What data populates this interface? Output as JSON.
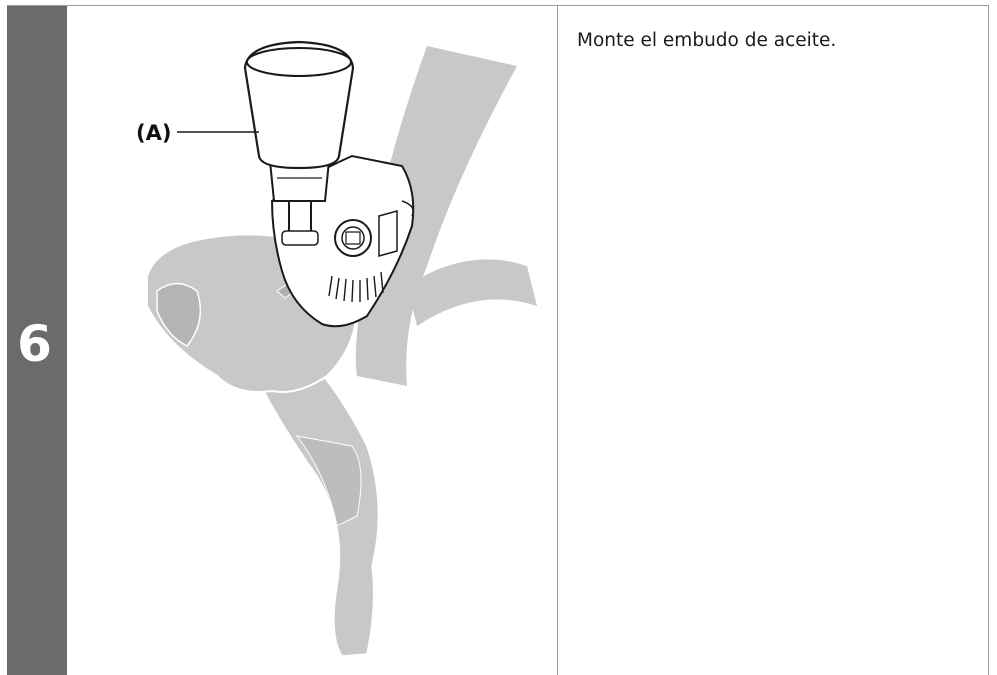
{
  "step": {
    "number": "6"
  },
  "illustration": {
    "callout_label": "(A)",
    "parts": [
      "lever-body",
      "brake-lever-blade",
      "handlebar",
      "reservoir-cap-area",
      "oil-funnel"
    ]
  },
  "instruction": {
    "text": "Monte el embudo de aceite."
  },
  "colors": {
    "step_bar": "#6b6b6b",
    "part_gray": "#c8c8c8",
    "line": "#1a1a1a",
    "border": "#9a9a9a"
  }
}
